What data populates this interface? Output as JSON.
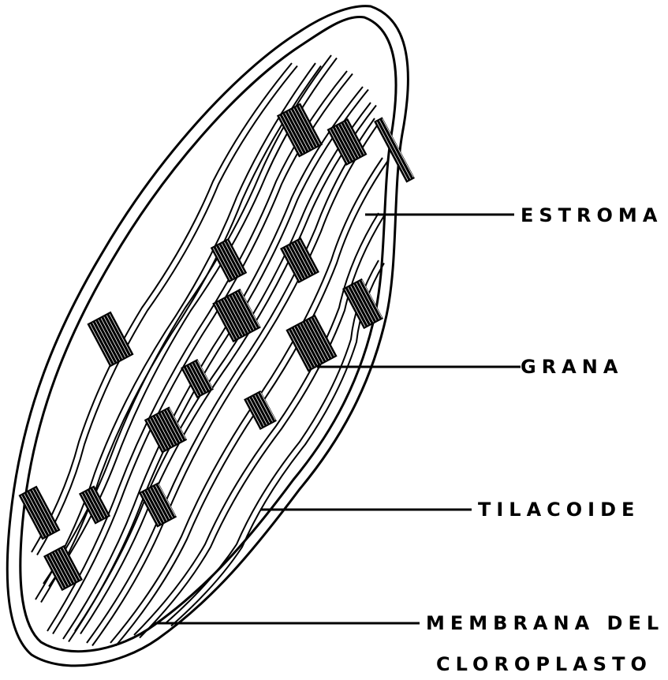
{
  "diagram": {
    "labels": {
      "estroma": "ESTROMA",
      "grana": "GRANA",
      "tilacoide": "TILACOIDE",
      "membrana_line1": "MEMBRANA DEL",
      "membrana_line2": "CLOROPLASTO"
    }
  },
  "colors": {
    "ink": "#000000",
    "paper": "#ffffff"
  }
}
